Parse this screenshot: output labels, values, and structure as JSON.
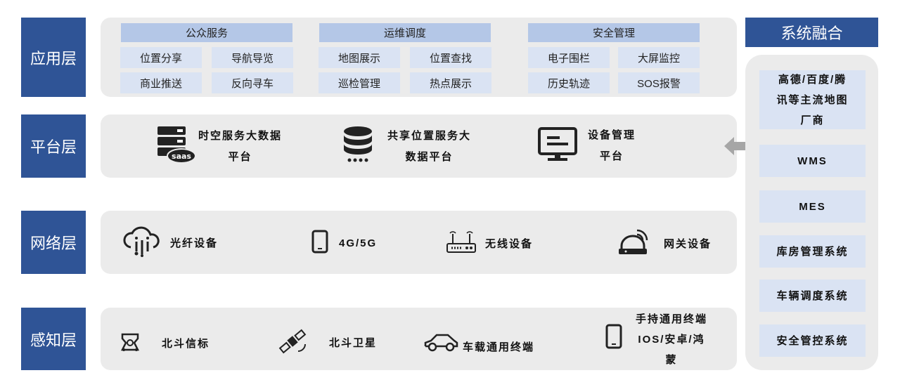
{
  "layers": {
    "app": "应用层",
    "platform": "平台层",
    "network": "网络层",
    "perception": "感知层"
  },
  "app": {
    "groups": [
      {
        "title": "公众服务",
        "items": [
          "位置分享",
          "导航导览",
          "商业推送",
          "反向寻车"
        ]
      },
      {
        "title": "运维调度",
        "items": [
          "地图展示",
          "位置查找",
          "巡检管理",
          "热点展示"
        ]
      },
      {
        "title": "安全管理",
        "items": [
          "电子围栏",
          "大屏监控",
          "历史轨迹",
          "SOS报警"
        ]
      }
    ]
  },
  "platform": {
    "items": [
      {
        "line1": "时空服务大数据",
        "line2": "平台",
        "icon": "server-saas-icon",
        "icon_text": "saas"
      },
      {
        "line1": "共享位置服务大",
        "line2": "数据平台",
        "icon": "database-icon"
      },
      {
        "line1": "设备管理",
        "line2": "平台",
        "icon": "monitor-icon"
      }
    ]
  },
  "network": {
    "items": [
      {
        "label": "光纤设备",
        "icon": "cloud-fiber-icon"
      },
      {
        "label": "4G/5G",
        "icon": "phone-icon"
      },
      {
        "label": "无线设备",
        "icon": "router-icon"
      },
      {
        "label": "网关设备",
        "icon": "gateway-icon"
      }
    ]
  },
  "perception": {
    "items": [
      {
        "label": "北斗信标",
        "icon": "beacon-icon"
      },
      {
        "label": "北斗卫星",
        "icon": "satellite-icon"
      },
      {
        "label": "车载通用终端",
        "icon": "car-icon"
      },
      {
        "line1": "手持通用终端",
        "line2": "IOS/安卓/鸿",
        "line3": "蒙",
        "icon": "handheld-icon"
      }
    ]
  },
  "fusion": {
    "title": "系统融合",
    "systems": [
      {
        "line1": "高德/百度/腾",
        "line2": "讯等主流地图",
        "line3": "厂商"
      },
      {
        "line1": "WMS"
      },
      {
        "line1": "MES"
      },
      {
        "line1": "库房管理系统"
      },
      {
        "line1": "车辆调度系统"
      },
      {
        "line1": "安全管控系统"
      }
    ]
  },
  "colors": {
    "layer_label_bg": "#2f5496",
    "panel_bg": "#ebebeb",
    "group_header_bg": "#b4c7e7",
    "cell_bg": "#dae3f3",
    "arrow": "#a6a6a6"
  }
}
